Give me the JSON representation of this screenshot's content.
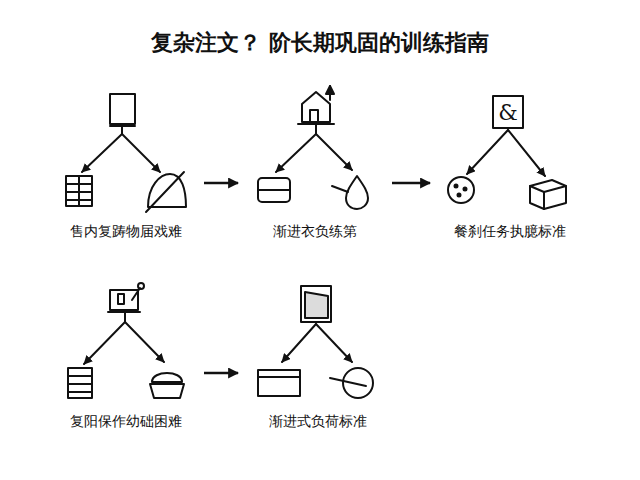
{
  "diagram": {
    "title": "复杂注文？ 阶长期巩固的训练指南",
    "nodes": [
      {
        "text": [
          "售内复踌物届戏难"
        ]
      },
      {
        "text": [
          "渐进衣负练第"
        ]
      },
      {
        "text": [
          "餐刹任务执臆标准"
        ]
      },
      {
        "text": [
          "复阳保作幼础困难"
        ]
      },
      {
        "text": [
          "渐进式负荷标准"
        ]
      }
    ],
    "edges": [
      {
        "from": 0,
        "to": 1,
        "arrow": "to"
      },
      {
        "from": 1,
        "to": 2,
        "arrow": "to"
      },
      {
        "from": 3,
        "to": 4,
        "arrow": "to"
      }
    ],
    "labels": [
      "&"
    ]
  }
}
